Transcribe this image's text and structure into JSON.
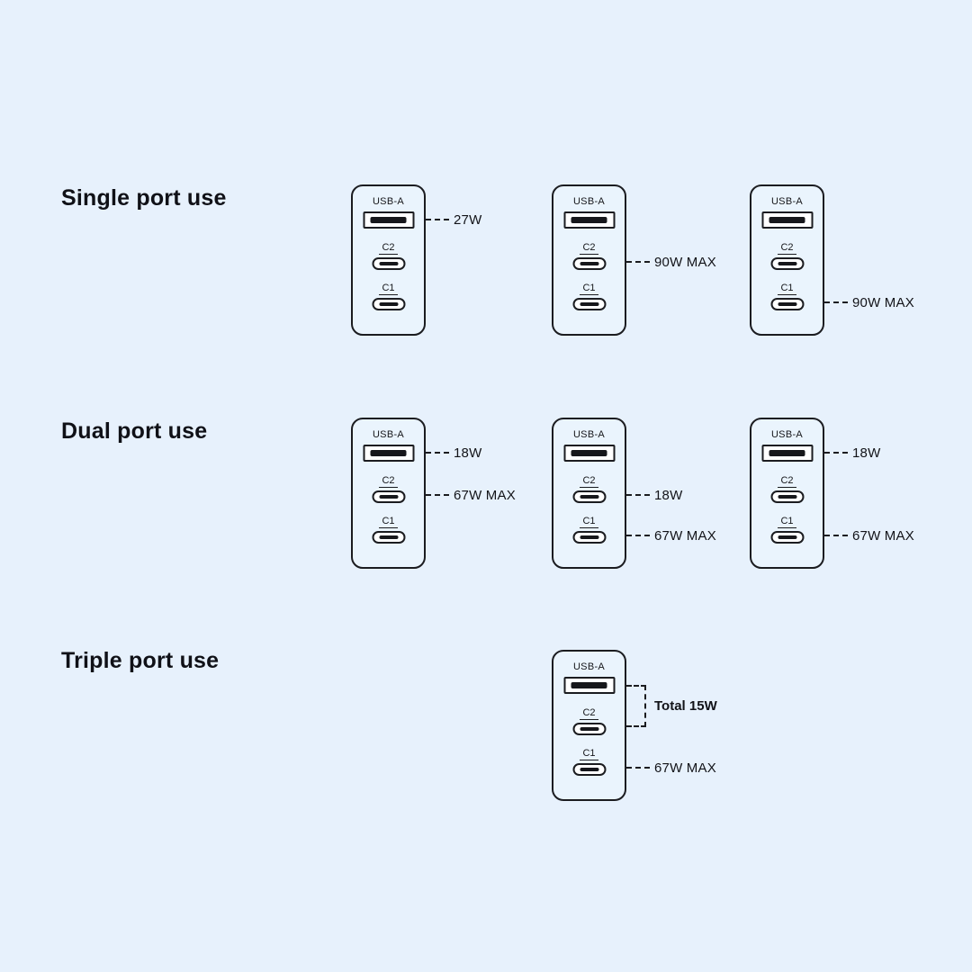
{
  "page": {
    "background_color": "#e7f1fc",
    "line_color": "#1b1c20",
    "port_fill_color": "#ffffff",
    "text_color": "#121318"
  },
  "port_labels": {
    "usb_a": "USB-A",
    "c2": "C2",
    "c1": "C1"
  },
  "rows": [
    {
      "title": "Single port use",
      "chargers": [
        {
          "annotations": {
            "usb_a": "27W"
          }
        },
        {
          "annotations": {
            "c2": "90W MAX"
          }
        },
        {
          "annotations": {
            "c1": "90W MAX"
          }
        }
      ]
    },
    {
      "title": "Dual port use",
      "chargers": [
        {
          "annotations": {
            "usb_a": "18W",
            "c2": "67W MAX"
          }
        },
        {
          "annotations": {
            "c2": "18W",
            "c1": "67W MAX"
          }
        },
        {
          "annotations": {
            "usb_a": "18W",
            "c1": "67W MAX"
          }
        }
      ]
    },
    {
      "title": "Triple port use",
      "chargers": [
        {
          "annotations": {
            "usb_a_c2_total": "Total 15W",
            "c1": "67W MAX"
          }
        }
      ]
    }
  ]
}
